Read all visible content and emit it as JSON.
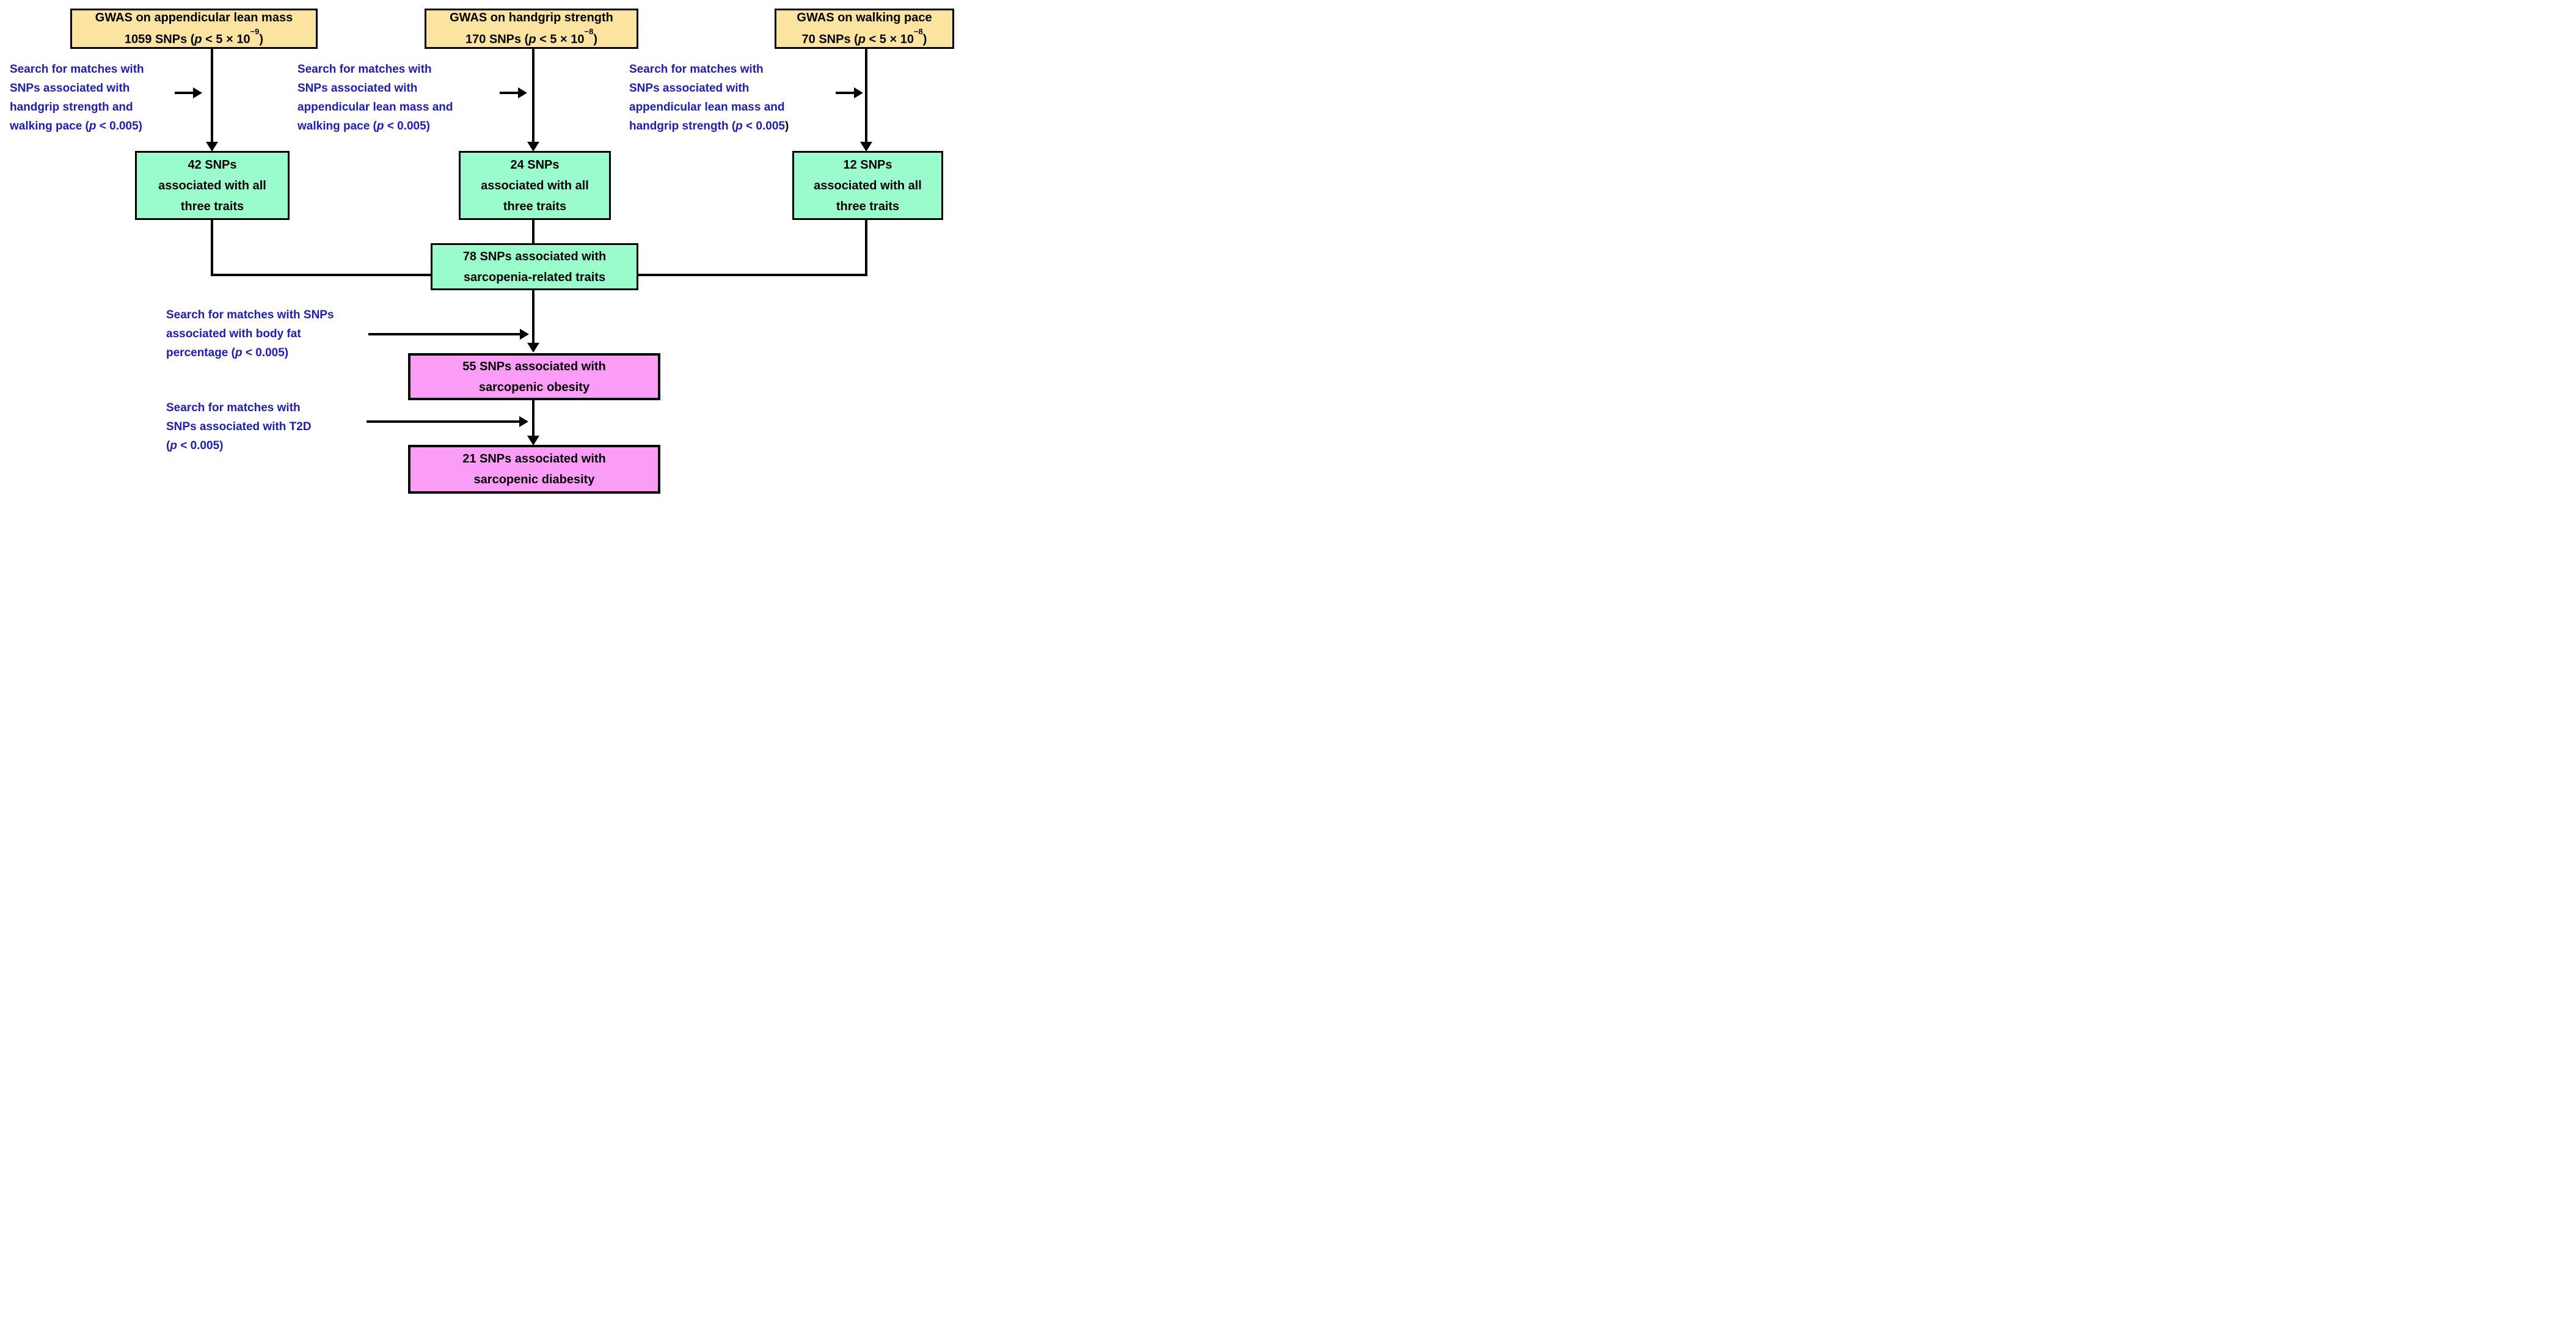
{
  "colors": {
    "box_yellow": "#FAE49F",
    "box_green": "#9AFBCD",
    "box_pink": "#FB9CF6",
    "annotation_blue": "#1C1CC2",
    "line_black": "#000000",
    "background": "#FFFFFF"
  },
  "top_boxes": [
    {
      "line1": "GWAS on appendicular lean mass",
      "count_prefix": "1059 SNPs (",
      "p": "p",
      "mid": " < 5 × 10",
      "exponent": "−9",
      "close": ")"
    },
    {
      "line1": "GWAS on handgrip strength",
      "count_prefix": "170 SNPs (",
      "p": "p",
      "mid": " < 5 × 10",
      "exponent": "−8",
      "close": ")"
    },
    {
      "line1": "GWAS on walking pace",
      "count_prefix": "70 SNPs (",
      "p": "p",
      "mid": " < 5 × 10",
      "exponent": "−8",
      "close": ")"
    }
  ],
  "notes": [
    {
      "lines": [
        "Search for matches with",
        "SNPs associated with",
        "handgrip strength and"
      ],
      "last_prefix": "walking pace (",
      "p": "p",
      "last_suffix": " < 0.005)",
      "black_paren": ""
    },
    {
      "lines": [
        "Search for matches with",
        "SNPs associated with",
        "appendicular lean mass and"
      ],
      "last_prefix": "walking pace (",
      "p": "p",
      "last_suffix": " < 0.005)",
      "black_paren": ""
    },
    {
      "lines": [
        "Search for matches with",
        "SNPs associated with",
        "appendicular lean mass and"
      ],
      "last_prefix": "handgrip strength (",
      "p": "p",
      "last_suffix": " < 0.005",
      "black_paren": ")"
    },
    {
      "lines": [
        "Search for matches with SNPs",
        "associated with body fat"
      ],
      "last_prefix": "percentage (",
      "p": "p",
      "last_suffix": " < 0.005)",
      "black_paren": ""
    },
    {
      "lines": [
        "Search for matches with",
        "SNPs associated with T2D"
      ],
      "last_prefix": "(",
      "p": "p",
      "last_suffix": " < 0.005)",
      "black_paren": ""
    }
  ],
  "green_boxes": [
    {
      "lines": [
        "42 SNPs",
        "associated with all",
        "three traits"
      ]
    },
    {
      "lines": [
        "24 SNPs",
        "associated with all",
        "three traits"
      ]
    },
    {
      "lines": [
        "12 SNPs",
        "associated with all",
        "three traits"
      ]
    }
  ],
  "mid_box": {
    "line1": "78 SNPs associated with",
    "line2": "sarcopenia-related traits"
  },
  "pink_boxes": [
    {
      "line1": "55 SNPs associated with",
      "line2": "sarcopenic obesity"
    },
    {
      "line1": "21 SNPs associated with",
      "line2": "sarcopenic diabesity"
    }
  ]
}
